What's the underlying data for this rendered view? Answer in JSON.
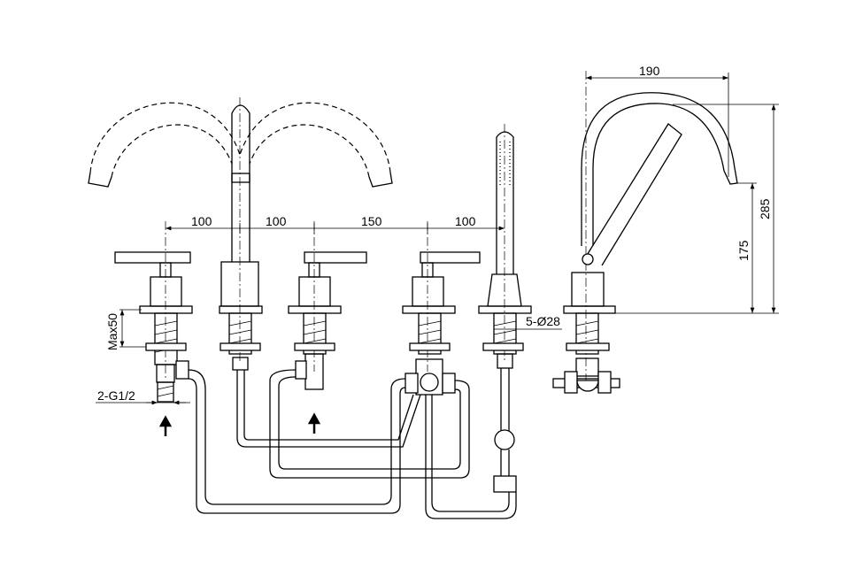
{
  "title": "Five-hole deck-mounted bath mixer technical drawing",
  "dimensions": {
    "spacing_1": "100",
    "spacing_2": "100",
    "spacing_3": "150",
    "spacing_4": "100",
    "spout_reach": "190",
    "total_height": "285",
    "spout_height": "175",
    "max_deck": "Max50",
    "holes": "5-Ø28",
    "inlet": "2-G1/2"
  },
  "colors": {
    "line": "#000000",
    "background": "#ffffff"
  }
}
